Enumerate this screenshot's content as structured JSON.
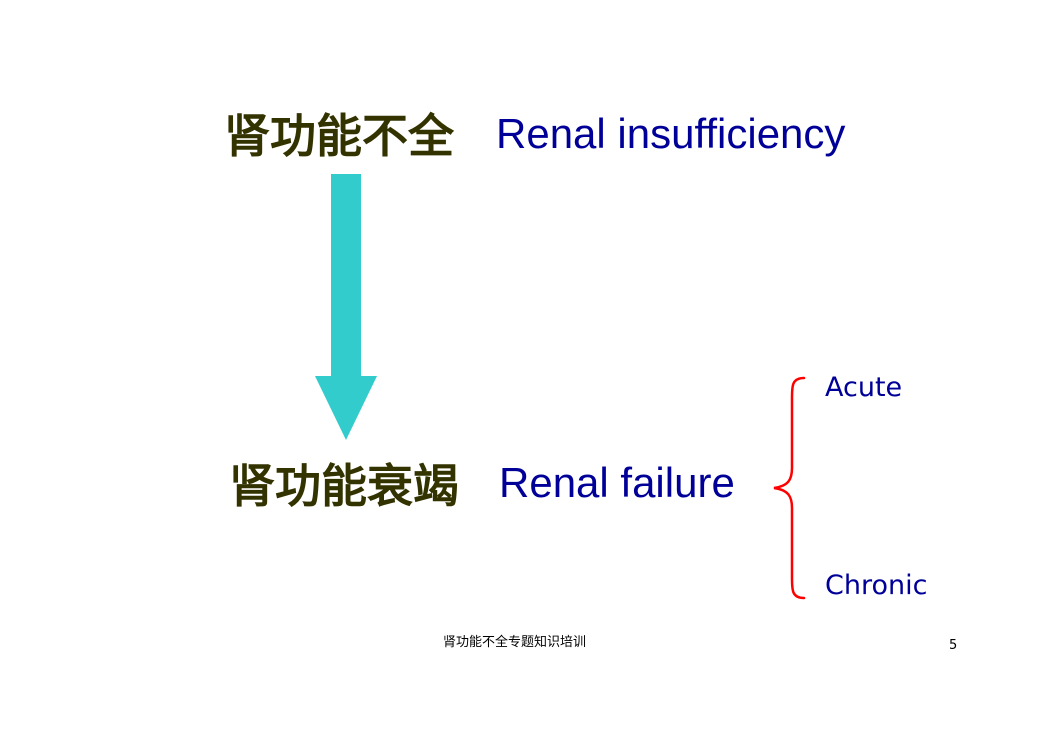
{
  "slide": {
    "top": {
      "chinese": "肾功能不全",
      "english": "Renal insufficiency"
    },
    "bottom": {
      "chinese": "肾功能衰竭",
      "english": "Renal failure"
    },
    "branches": {
      "acute": "Acute",
      "chronic": "Chronic"
    },
    "footer": {
      "title": "肾功能不全专题知识培训",
      "page_number": "5"
    }
  },
  "colors": {
    "chinese_text": "#333300",
    "english_text": "#000099",
    "arrow": "#33CCCC",
    "brace": "#FF0000"
  },
  "icons": {
    "arrow": "down-arrow-icon",
    "brace": "left-curly-brace-icon"
  }
}
